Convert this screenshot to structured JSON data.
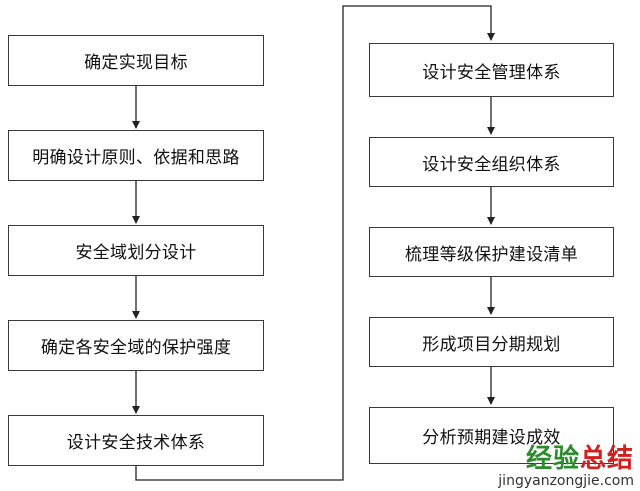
{
  "diagram": {
    "left_column": [
      "确定实现目标",
      "明确设计原则、依据和思路",
      "安全域划分设计",
      "确定各安全域的保护强度",
      "设计安全技术体系"
    ],
    "right_column": [
      "设计安全管理体系",
      "设计安全组织体系",
      "梳理等级保护建设清单",
      "形成项目分期规划",
      "分析预期建设成效"
    ]
  },
  "watermark": {
    "title": "经验总结",
    "url": "jingyanzongjie.com",
    "colors": [
      "#2a8c2a",
      "#2a8c2a",
      "#d02020",
      "#d02020"
    ]
  }
}
